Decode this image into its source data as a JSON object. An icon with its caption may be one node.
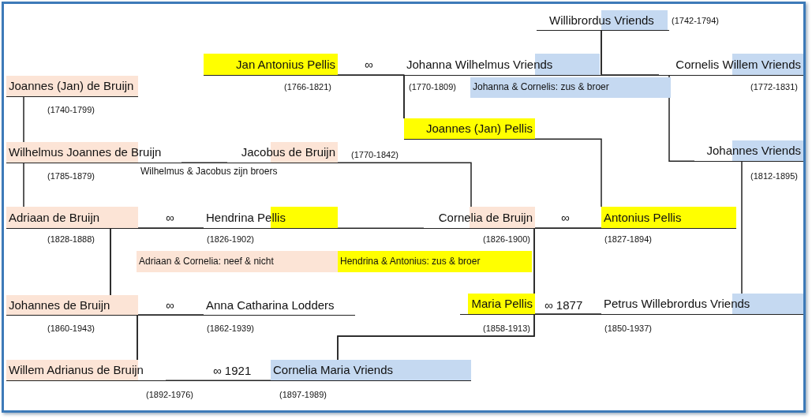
{
  "diagram": {
    "nodes": [
      {
        "text": [
          "Willibrordus Vriends"
        ],
        "beside": [
          "(1742-1794)"
        ]
      },
      {
        "text": [
          "Jan Antonius Pellis"
        ],
        "beside": [
          "(1766-1821)"
        ]
      },
      {
        "text": [
          "Johanna Wilhelmus Vriends"
        ],
        "beside": [
          "(1770-1809)"
        ]
      },
      {
        "text": [
          "Cornelis Willem Vriends"
        ],
        "beside": [
          "(1772-1831)"
        ]
      },
      {
        "text": [
          "Joannes (Jan) de Bruijn"
        ],
        "beside": [
          "(1740-1799)"
        ]
      },
      {
        "text": [
          "Joannes (Jan) Pellis"
        ]
      },
      {
        "text": [
          "Wilhelmus Joannes de Bruijn"
        ],
        "beside": [
          "(1785-1879)"
        ]
      },
      {
        "text": [
          "Jacobus de Bruijn"
        ],
        "beside": [
          "(1770-1842)"
        ]
      },
      {
        "text": [
          "Johannes Vriends"
        ],
        "beside": [
          "(1812-1895)"
        ]
      },
      {
        "text": [
          "Adriaan de Bruijn"
        ],
        "beside": [
          "(1828-1888)"
        ]
      },
      {
        "text": [
          "Hendrina Pellis"
        ],
        "beside": [
          "(1826-1902)"
        ]
      },
      {
        "text": [
          "Cornelia de Bruijn"
        ],
        "beside": [
          "(1826-1900)"
        ]
      },
      {
        "text": [
          "Antonius Pellis"
        ],
        "beside": [
          "(1827-1894)"
        ]
      },
      {
        "text": [
          "Johannes de Bruijn"
        ],
        "beside": [
          "(1860-1943)"
        ]
      },
      {
        "text": [
          "Anna Catharina Lodders"
        ],
        "beside": [
          "(1862-1939)"
        ]
      },
      {
        "text": [
          "Maria Pellis"
        ],
        "beside": [
          "(1858-1913)"
        ]
      },
      {
        "text": [
          "Petrus Willebrordus Vriends"
        ],
        "beside": [
          "(1850-1937)"
        ]
      },
      {
        "text": [
          "Willem Adrianus de Bruijn"
        ],
        "beside": [
          "(1892-1976)"
        ]
      },
      {
        "text": [
          "Cornelia Maria Vriends"
        ],
        "beside": [
          "(1897-1989)"
        ]
      },
      {
        "text": [
          "Johanna & Cornelis: zus & broer"
        ]
      },
      {
        "text": [
          "Adriaan & Cornelia: neef & nicht"
        ]
      },
      {
        "text": [
          "Hendrina & Antonius: zus & broer"
        ]
      }
    ],
    "edges": [
      {
        "from": 0,
        "to": 2,
        "arrow": "none"
      },
      {
        "from": 0,
        "to": 3,
        "arrow": "none"
      },
      {
        "from": 1,
        "to": 5,
        "arrow": "none"
      },
      {
        "from": 2,
        "to": 5,
        "arrow": "none"
      },
      {
        "from": 3,
        "to": 8,
        "arrow": "none"
      },
      {
        "from": 4,
        "to": 6,
        "arrow": "none"
      },
      {
        "from": 6,
        "to": 9,
        "arrow": "none"
      },
      {
        "from": 7,
        "to": 11,
        "arrow": "none"
      },
      {
        "from": 5,
        "to": 12,
        "arrow": "none"
      },
      {
        "from": 8,
        "to": 16,
        "arrow": "none"
      },
      {
        "from": 9,
        "to": 13,
        "arrow": "none"
      },
      {
        "from": 10,
        "to": 13,
        "arrow": "none"
      },
      {
        "from": 11,
        "to": 15,
        "arrow": "none"
      },
      {
        "from": 12,
        "to": 15,
        "arrow": "none"
      },
      {
        "from": 13,
        "to": 17,
        "arrow": "none"
      },
      {
        "from": 14,
        "to": 17,
        "arrow": "none"
      },
      {
        "from": 15,
        "to": 18,
        "arrow": "none"
      },
      {
        "from": 16,
        "to": 18,
        "arrow": "none"
      },
      {
        "from": 1,
        "to": 2,
        "arrow": "none"
      },
      {
        "from": 2,
        "to": 3,
        "arrow": "none"
      },
      {
        "from": 6,
        "to": 7,
        "arrow": "none"
      },
      {
        "from": 9,
        "to": 10,
        "arrow": "none"
      },
      {
        "from": 10,
        "to": 11,
        "arrow": "none"
      },
      {
        "from": 11,
        "to": 12,
        "arrow": "none"
      },
      {
        "from": 13,
        "to": 14,
        "arrow": "none"
      },
      {
        "from": 15,
        "to": 16,
        "arrow": "none"
      },
      {
        "from": 17,
        "to": 18,
        "arrow": "none"
      }
    ],
    "labels": [
      "∞",
      "Wilhelmus & Jacobus zijn broers",
      "∞",
      "∞",
      "∞",
      "∞ 1877",
      "∞ 1921"
    ]
  }
}
